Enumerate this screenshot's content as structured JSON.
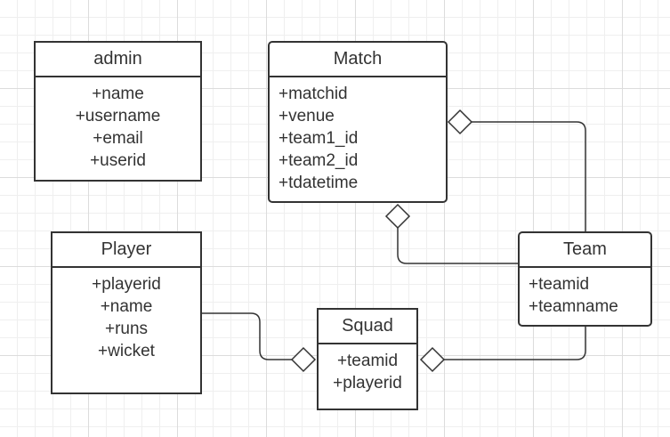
{
  "entities": {
    "admin": {
      "title": "admin",
      "attributes": [
        "+name",
        "+username",
        "+email",
        "+userid"
      ]
    },
    "match": {
      "title": "Match",
      "attributes": [
        "+matchid",
        "+venue",
        "+team1_id",
        "+team2_id",
        "+tdatetime"
      ]
    },
    "player": {
      "title": "Player",
      "attributes": [
        "+playerid",
        "+name",
        "+runs",
        "+wicket"
      ]
    },
    "team": {
      "title": "Team",
      "attributes": [
        "+teamid",
        "+teamname"
      ]
    },
    "squad": {
      "title": "Squad",
      "attributes": [
        "+teamid",
        "+playerid"
      ]
    }
  },
  "relationships": [
    {
      "type": "aggregation",
      "whole": "Match",
      "part": "Team"
    },
    {
      "type": "aggregation",
      "whole": "Match",
      "part": "Team"
    },
    {
      "type": "aggregation",
      "whole": "Squad",
      "part": "Player"
    },
    {
      "type": "aggregation",
      "whole": "Squad",
      "part": "Team"
    }
  ],
  "colors": {
    "stroke": "#333333",
    "grid": "#dcdcdc",
    "background": "#ffffff"
  }
}
